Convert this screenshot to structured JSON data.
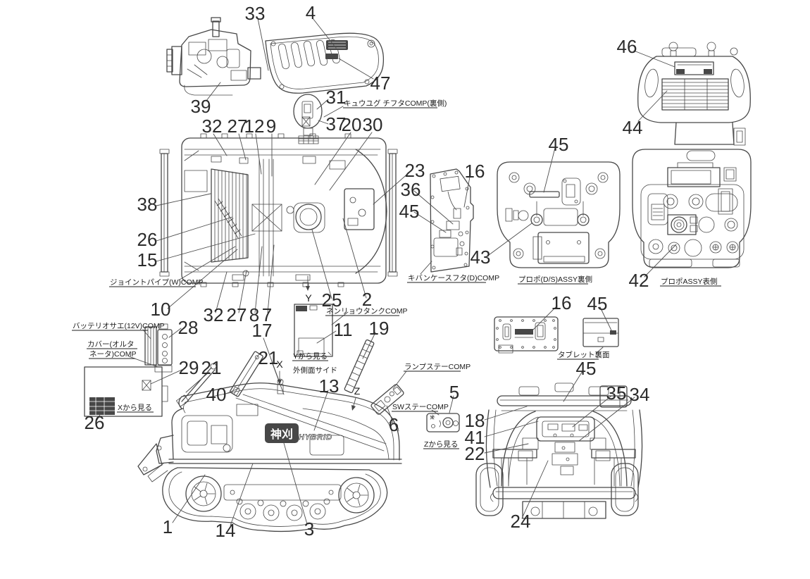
{
  "colors": {
    "background": "#ffffff",
    "line": "#474747",
    "text": "#2b2b2b"
  },
  "callouts": {
    "c1": "1",
    "c2": "2",
    "c3": "3",
    "c4": "4",
    "c5": "5",
    "c6": "6",
    "c7": "7",
    "c8": "8",
    "c9": "9",
    "c10": "10",
    "c11": "11",
    "c12": "12",
    "c13": "13",
    "c14": "14",
    "c15": "15",
    "c16a": "16",
    "c16b": "16",
    "c17": "17",
    "c18": "18",
    "c19": "19",
    "c20": "20",
    "c21a": "21",
    "c21b": "21",
    "c22": "22",
    "c23": "23",
    "c24": "24",
    "c25": "25",
    "c26a": "26",
    "c26b": "26",
    "c27a": "27",
    "c27b": "27",
    "c28": "28",
    "c29": "29",
    "c30": "30",
    "c31": "31",
    "c32a": "32",
    "c32b": "32",
    "c33": "33",
    "c34": "34",
    "c35": "35",
    "c36": "36",
    "c37": "37",
    "c38": "38",
    "c39": "39",
    "c40": "40",
    "c41": "41",
    "c42": "42",
    "c43": "43",
    "c44": "44",
    "c45a": "45",
    "c45b": "45",
    "c45c": "45",
    "c45d": "45",
    "c46": "46",
    "c47": "47"
  },
  "labels": {
    "fuel_cap_cover": "キュウユグ チフタCOMP(裏側)",
    "joint_pipe": "ジョイントパイプ(W)COMP",
    "fuel_tank": "ネンリョウタンクCOMP",
    "board_case_cover": "キバンケースフタ(D)COMP",
    "propo_back": "プロポ(D/S)ASSY裏側",
    "propo_front": "プロポASSY表側",
    "battery_holder": "バッテリオサエ(12V)COMP",
    "alt_cover_line1": "カバー(オルタ",
    "alt_cover_line2": "ネータ)COMP",
    "view_from_x": "Xから見る",
    "view_from_y": "Yから見る",
    "view_from_z": "Zから見る",
    "outer_side": "外側面サイド",
    "lamp_stay": "ランプステーCOMP",
    "sw_stay": "SWステーCOMP",
    "tablet_back": "タブレット裏面"
  },
  "axis_markers": {
    "x": "X",
    "y": "Y",
    "z": "Z"
  },
  "decals": {
    "kanji_logo": "神刈",
    "hybrid_logo": "HYBRID"
  }
}
